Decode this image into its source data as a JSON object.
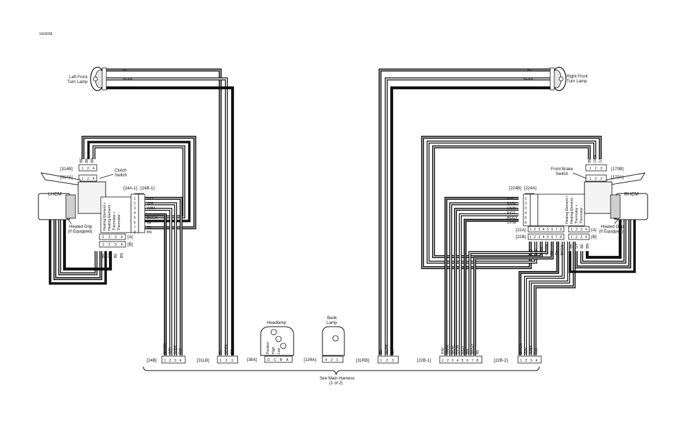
{
  "figure_number": "1416036",
  "left_turn_lamp": {
    "label_1": "Left Front",
    "label_2": "Turn Lamp",
    "wires": [
      "BE",
      "BE/PK",
      "BK"
    ]
  },
  "right_turn_lamp": {
    "label_1": "Right Front",
    "label_2": "Turn Lamp",
    "wires": [
      "BE",
      "BE/PK",
      "BK"
    ]
  },
  "clutch_switch": {
    "label_1": "Clutch",
    "label_2": "Switch",
    "wires": [
      "BE",
      "BK",
      "BN"
    ],
    "conn_b": "[314B]",
    "conn_a": "[314A]",
    "pins_b": [
      "1",
      "2",
      "4"
    ],
    "pins_a": [
      "1",
      "2",
      "4"
    ]
  },
  "front_brake_switch": {
    "label_1": "Front Brake",
    "label_2": "Switch",
    "wires": [
      "BE",
      "O/BK",
      "GY"
    ],
    "conn_b": "[170B]",
    "conn_a": "[170A]",
    "pins_b": [
      "1",
      "2",
      "3"
    ],
    "pins_a": [
      "1",
      "2",
      "3"
    ]
  },
  "lhcm": {
    "label": "LHCM",
    "grip_1": "Heated Grip",
    "grip_2": "(If Equipped)"
  },
  "rhcm": {
    "label": "RHCM",
    "grip_1": "Heated Grip",
    "grip_2": "(If Equipped)"
  },
  "heating_text": [
    "Heating Element +",
    "Heating Element -",
    "Thermistor +",
    "Thermistor -"
  ],
  "left_module": {
    "conn_24a": "[24A-1]",
    "conn_24b": "[24B-1]",
    "pins": [
      "1",
      "2",
      "3",
      "4",
      "5",
      "6",
      "7",
      "8"
    ],
    "wires": [
      "R/O",
      "W/R",
      "W/BK",
      "",
      "BK/GN",
      "BE",
      "TN",
      "BN"
    ],
    "grip_pins": [
      "1",
      "2",
      "3",
      "4"
    ],
    "grip_a": "[A]",
    "grip_b": "[B]",
    "grip_wires": [
      "BK",
      "GY",
      "BE",
      "BN"
    ]
  },
  "right_module": {
    "conn_24b": "[224B]",
    "conn_24a": "[224A]",
    "pins": [
      "1",
      "2",
      "3",
      "4",
      "5",
      "6"
    ],
    "wires": [
      "R/W",
      "BK/W",
      "GN/W",
      "R/GY",
      "BK/GY",
      "GY/W"
    ],
    "conn_22a": "[22A]",
    "conn_22b": "[22B]",
    "pins_22": [
      "1",
      "2",
      "3",
      "4",
      "5",
      "6",
      "7",
      "8"
    ],
    "wires_22": [
      "R/O",
      "W/R",
      "W/BK",
      "GY/GN",
      "BE",
      "TN",
      "BK/GN"
    ],
    "grip_pins": [
      "1",
      "2",
      "3",
      "4"
    ],
    "grip_a": "[A]",
    "grip_b": "[B]",
    "grip_wires": [
      "BK",
      "GY",
      "BE",
      "BN"
    ]
  },
  "headlamp": {
    "title": "Headlamp",
    "labels": [
      "Position",
      "High",
      "Low"
    ],
    "conn": "[38A]",
    "pins": [
      "D",
      "C",
      "B",
      "A"
    ]
  },
  "bank_lamp": {
    "title_1": "Bank",
    "title_2": "Lamp",
    "conn": "[134A]",
    "pins": [
      "4",
      "2",
      "1"
    ]
  },
  "bottom_connectors": [
    {
      "label": "[24B]",
      "pins": [
        "1",
        "2",
        "3",
        "4"
      ],
      "wires": [
        "BK/GN",
        "W/R",
        "W/BK",
        "R/O"
      ]
    },
    {
      "label": "[31LB]",
      "pins": [
        "1",
        "2",
        "3"
      ],
      "wires": [
        "BE",
        "BE/PK",
        "BK"
      ]
    },
    {
      "label": "[31RB]",
      "pins": [
        "1",
        "2",
        "3"
      ],
      "wires": [
        "BE",
        "BE/PK",
        "BK"
      ]
    },
    {
      "label": "[22B-1]",
      "pins": [
        "1",
        "2",
        "3",
        "4",
        "5",
        "6",
        "7",
        "8"
      ],
      "wires": [
        "R/W",
        "GN/W",
        "BK/W",
        "GY/W",
        "R/GY",
        "BN",
        "BK/GY",
        "BE"
      ]
    },
    {
      "label": "[22B-2]",
      "pins": [
        "1",
        "2",
        "3",
        "4"
      ],
      "wires": [
        "BK/GN",
        "W/R",
        "W/BK",
        "R/O"
      ]
    }
  ],
  "harness_note_1": "See Main Harness",
  "harness_note_2": "(1 of 2)"
}
